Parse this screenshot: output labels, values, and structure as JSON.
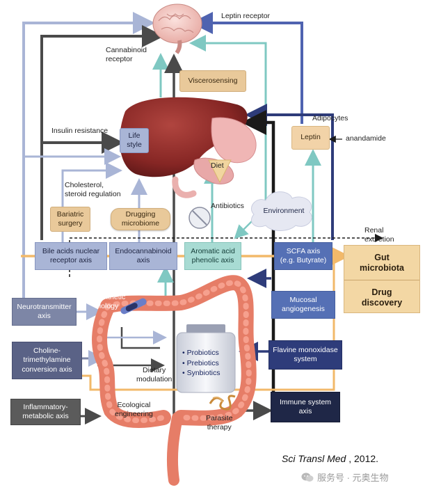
{
  "labels": {
    "leptin_receptor": "Leptin receptor",
    "cannabinoid_receptor": "Cannabinoid\nreceptor",
    "insulin_resistance": "Insulin resistance",
    "adipocytes": "Adipocytes",
    "anandamide": "anandamide",
    "cholesterol": "Cholesterol,\nsteroid regulation",
    "antibiotics": "Antibiotics",
    "renal_excretion": "Renal\nexcretion",
    "synthetic_biology": "Synthetic\nbiology",
    "dietary_modulation": "Dietary\nmodulation",
    "ecological_engineering": "Ecological\nengineering",
    "parasite_therapy": "Parasite\ntherapy",
    "diet": "Diet"
  },
  "boxes": {
    "viscerosensing": "Viscerosensing",
    "life_style": "Life\nstyle",
    "leptin": "Leptin",
    "bariatric_surgery": "Bariatric\nsurgery",
    "drugging_microbiome": "Drugging\nmicrobiome",
    "environment": "Environment",
    "bile_acids": "Bile acids nuclear\nreceptor axis",
    "endocannabinoid": "Endocannabinoid\naxis",
    "aromatic_acid": "Aromatic acid\nphenolic axis",
    "scfa_axis": "SCFA axis\n(e.g. Butyrate)",
    "neurotransmitter": "Neurotransmitter\naxis",
    "mucosal": "Mucosal\nangiogenesis",
    "choline": "Choline-\ntrimethylamine\nconversion axis",
    "flavine": "Flavine monoxidase\nsystem",
    "inflammatory": "Inflammatory-\nmetabolic axis",
    "immune": "Immune system\naxis"
  },
  "gut_box": {
    "top": "Gut\nmicrobiota",
    "bottom": "Drug\ndiscovery"
  },
  "bottle": {
    "items": "• Probiotics\n• Prebiotics\n• Synbiotics"
  },
  "citation": {
    "journal": "Sci Transl Med",
    "year": " , 2012."
  },
  "watermark": {
    "text": "服务号 · 元奥生物"
  },
  "colors": {
    "lavender": "#a9b5d6",
    "teal": "#a8dbd3",
    "navy": "#2e3c7a",
    "tan": "#f2d3a8",
    "liver": "#8e2a2a",
    "intestine": "#e8806a"
  }
}
